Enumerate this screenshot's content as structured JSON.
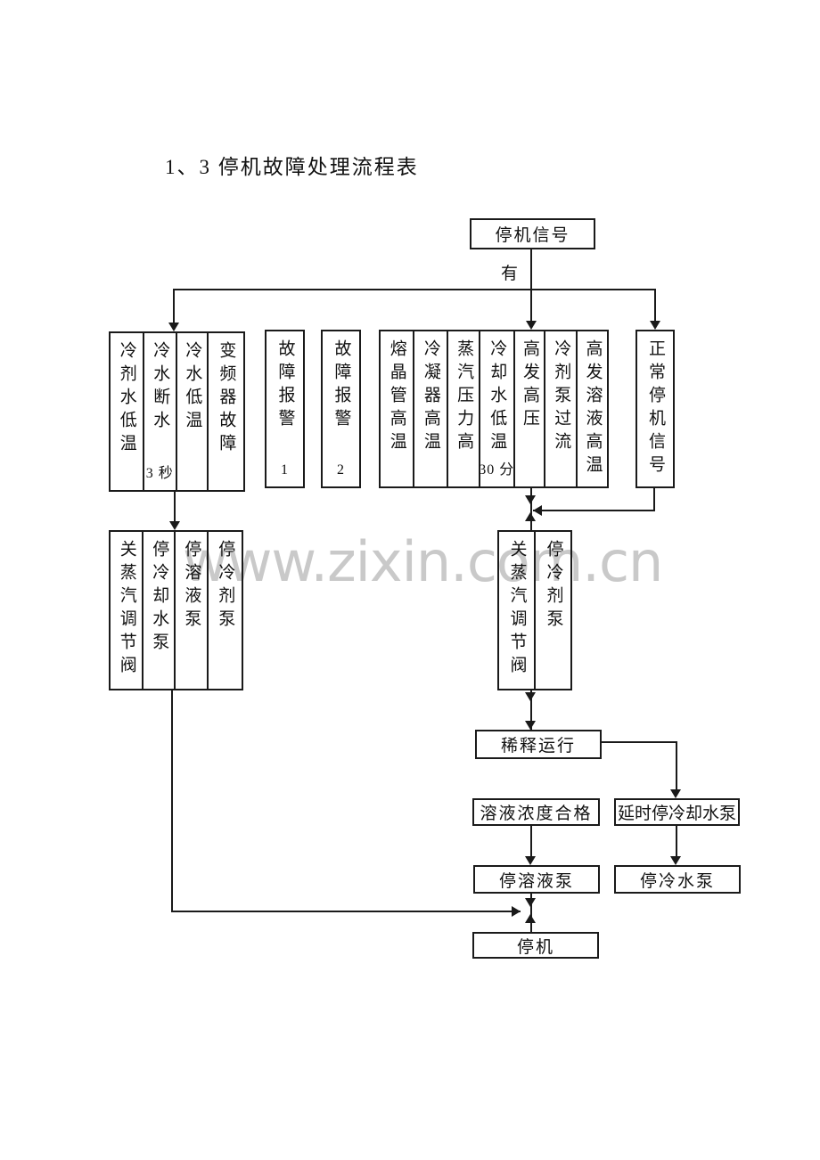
{
  "page": {
    "title": "1、3 停机故障处理流程表",
    "watermark": "www.zixin.com.cn"
  },
  "colors": {
    "line": "#1a1a1a",
    "watermark": "#c9c9c9"
  },
  "flow": {
    "stop_signal": "停机信号",
    "has_label": "有",
    "fault_columns_left": [
      {
        "label": "冷剂水低温",
        "note": ""
      },
      {
        "label": "冷水断水",
        "note": "3 秒"
      },
      {
        "label": "冷水低温",
        "note": ""
      },
      {
        "label": "变频器故障",
        "note": ""
      }
    ],
    "alarm1": {
      "label": "故障报警",
      "num": "1"
    },
    "alarm2": {
      "label": "故障报警",
      "num": "2"
    },
    "fault_columns_right": [
      {
        "label": "熔晶管高温",
        "note": ""
      },
      {
        "label": "冷凝器高温",
        "note": ""
      },
      {
        "label": "蒸汽压力高",
        "note": ""
      },
      {
        "label": "冷却水低温",
        "note": "30 分"
      },
      {
        "label": "高发高压",
        "note": ""
      },
      {
        "label": "冷剂泵过流",
        "note": ""
      },
      {
        "label": "高发溶液高温",
        "note": ""
      }
    ],
    "normal_stop": "正常停机信号",
    "action_columns_left": [
      {
        "label": "关蒸汽调节阀"
      },
      {
        "label": "停冷却水泵"
      },
      {
        "label": "停溶液泵"
      },
      {
        "label": "停冷剂泵"
      }
    ],
    "action_columns_right": [
      {
        "label": "关蒸汽调节阀"
      },
      {
        "label": "停冷剂泵"
      }
    ],
    "dilute": "稀释运行",
    "concentration": "溶液浓度合格",
    "delay_stop_cooling": "延时停冷却水泵",
    "stop_solution_pump": "停溶液泵",
    "stop_chilled_pump": "停冷水泵",
    "shutdown": "停机"
  }
}
